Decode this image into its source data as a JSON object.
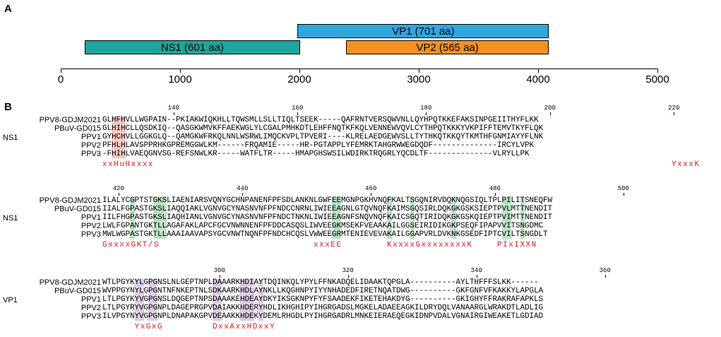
{
  "panel_a": {
    "label": "A",
    "bars": [
      {
        "name": "VP1",
        "text": "VP1 (701 aa)",
        "start": 1985,
        "end": 4090
      },
      {
        "name": "NS1",
        "text": "NS1 (601 aa)",
        "start": 200,
        "end": 2005
      },
      {
        "name": "VP2",
        "text": "VP2 (565 aa)",
        "start": 2390,
        "end": 4090
      }
    ],
    "axis": {
      "min": 0,
      "max": 5000,
      "ticks": [
        "0",
        "1000",
        "2000",
        "3000",
        "4000",
        "5000"
      ]
    }
  },
  "panel_b": {
    "label": "B",
    "blocks": [
      {
        "protein": "NS1",
        "ruler": [
          {
            "value": "140",
            "col": 15
          },
          {
            "value": "160",
            "col": 42
          },
          {
            "value": "180",
            "col": 70
          },
          {
            "value": "200",
            "col": 97
          },
          {
            "value": "220",
            "col": 124
          }
        ],
        "rows": [
          {
            "name": "PPV8-GDJM2021",
            "seq": "GLHFHVLLWGPAIN--PKIAKWIQKHLLTQWSMLLSLLTIQLTSEEK-----QAFRNTVERSQWVNLLQYHPQTKKEFAKSINPGEIITHYFLKK"
          },
          {
            "name": "PBuV-GD015",
            "seq": "GLHIHCLLQSDKIQ--QASGKWMVKFFAEKWGLYLCGALPMHKDTLEHFFNQTKFKQLVENNEWVQVLCYTHPQTKKKYVKPIFFTEMVTKYFLQK"
          },
          {
            "name": "PPV1",
            "seq": "GYHCHVLLGGKGLQ--QAMGKWFRKQLNNLWSRWLIMQCKVPLTPVERI----KLRELAEDGEWVSLLTYTHKQTKKQYTKMTHFGNMIAYYFLNK"
          },
          {
            "name": "PPV2",
            "seq": "PFHLHLAVSPPRHKGPREMGGWLKM------FRQAMIE-----HR-PGTAPPLYFEMRKTAHGRWWEGDQDF--------------IRCYLVPK"
          },
          {
            "name": "PPV3",
            "seq": "-FHIHLVAEQGNVSG-REFSNWLKR-----WATFLTR-----HMAPGHSWSILWDIRKTRQGRLYQCDLTF--------------VLRYLLPK"
          }
        ],
        "highlights": [
          {
            "color": "red",
            "cols": [
              2,
              4
            ]
          },
          {
            "color": "red",
            "cols": [
              124,
              128
            ]
          }
        ],
        "motifs": [
          {
            "text": "xxHuHxxxx",
            "col": 0
          },
          {
            "text": "YxxxK",
            "col": 124
          }
        ]
      },
      {
        "protein": "NS1",
        "ruler": [
          {
            "value": "420",
            "col": 3
          },
          {
            "value": "440",
            "col": 30
          },
          {
            "value": "460",
            "col": 58
          },
          {
            "value": "480",
            "col": 85
          },
          {
            "value": "500",
            "col": 113
          }
        ],
        "rows": [
          {
            "name": "PPV8-GDJM2021",
            "seq": "ILALYCGPTSTGKSLIAENIARSVQNYGCHNPANENFPFSDLANKNLGWFEEMGNPGKHVNQFKALTSGQNIRVDQKNQGSIQLTPLPILITSNEQFW"
          },
          {
            "name": "PBuV-GD015",
            "seq": "IIALFGPASTGKSLIAQQIAKLVGNVGCYNASNVNFPFNDCCNRNLIWIEEAGNLGTQVNQFKAIMSGQSIRLDQKGKGSKSIEPTPVLMTTNENDIT"
          },
          {
            "name": "PPV1",
            "seq": "IILFHGPASTGKSLIAQHIANLVGNVGCYNASNVNFPFNDCTNKNLIWIEEAGNFSNQVNQFKAICSGQTIRIDQKGKGSKQIEPTPVIMTTNENDIT"
          },
          {
            "name": "PPV2",
            "seq": "LWLFGPANTGKTLLAGAFAKLAPCFGCVNWNNENFPFDDCASQSLIWVEEGKMSEKFVEAAKAILGGSEIRIDIKGKPSEQFIPAPVVITSNGDMC"
          },
          {
            "name": "PPV3",
            "seq": "MWLWGPASTGKTLLAAAIAAVAPSYGCVNWTNQNFPFNDCHCQSLVWWEEGRMTENIEVEVAKAILGGAPVRLDVKNKGSEDFIPTCVILTSNGDLT"
          }
        ],
        "highlights": [
          {
            "color": "green",
            "cols": [
              6,
              6
            ]
          },
          {
            "color": "green",
            "cols": [
              11,
              13
            ]
          },
          {
            "color": "green",
            "cols": [
              50,
              51
            ]
          },
          {
            "color": "green",
            "cols": [
              62,
              62
            ]
          },
          {
            "color": "green",
            "cols": [
              67,
              67
            ]
          },
          {
            "color": "green",
            "cols": [
              76,
              76
            ]
          },
          {
            "color": "green",
            "cols": [
              87,
              88
            ]
          },
          {
            "color": "green",
            "cols": [
              91,
              91
            ]
          }
        ],
        "motifs": [
          {
            "text": "GxxxxGKT/S",
            "col": 0
          },
          {
            "text": "xxxEE",
            "col": 46
          },
          {
            "text": "KxxxxGxxxxxxxxK",
            "col": 62
          },
          {
            "text": "PIxIXXN",
            "col": 86
          }
        ]
      },
      {
        "protein": "VP1",
        "ruler": [
          {
            "value": "300",
            "col": 25
          },
          {
            "value": "320",
            "col": 53
          },
          {
            "value": "340",
            "col": 81
          },
          {
            "value": "360",
            "col": 109
          }
        ],
        "rows": [
          {
            "name": "PPV8-GDJM2021",
            "seq": "WTLPGYKYLGPGNSLNLGEPTNPLDAAARKHDIAYTDQINKQLYPYLFFNKADQELIDAAKTQPGLA----------AYLTHFFFSLKK------"
          },
          {
            "name": "PBuV-GD015",
            "seq": "WVPPGYNYLGPGNTNFNKEPTNLSDKAARKHDLAYNKLLKQGHNPYIYYNHADEDFIRETNQATDWG----------GKFGNFVFKAKKYLAPGLA"
          },
          {
            "name": "PPV1",
            "seq": "LTLPGYKYVGPGNSLDQGEPTNPSDAAAKEHDEAYDKYIKSGKNPYFYFSAADEKFIKETEHAKDYG----------GKIGHYFFRAKRAFAPKLS"
          },
          {
            "name": "PPV2",
            "seq": "LTLPGYRYVGPGNPLDAGEPRGPVDAIAKKHDERYHDLIKHGHIPYIHGRGADSLMGKELADAEEAGKILDRYDQLVANAARGLWRAKDTLADLIG"
          },
          {
            "name": "PPV3",
            "seq": "ILVPGYNYVGPGNPLDNAPAKGPVDEAAKKHDEKYDEMLRHGDLPYIHGRGADRLMNKEIERAEQEGKIDNPVDALVGNAIRGIWEAKETLGDIAD"
          }
        ],
        "highlights": [
          {
            "color": "purple",
            "cols": [
              7,
              8
            ]
          },
          {
            "color": "purple",
            "cols": [
              10,
              11
            ]
          },
          {
            "color": "purple",
            "cols": [
              24,
              25
            ]
          },
          {
            "color": "purple",
            "cols": [
              30,
              32
            ]
          },
          {
            "color": "purple",
            "cols": [
              34,
              34
            ]
          }
        ],
        "motifs": [
          {
            "text": "YxGxG",
            "col": 7
          },
          {
            "text": "DxxAxxHDxxY",
            "col": 24
          }
        ]
      }
    ]
  }
}
